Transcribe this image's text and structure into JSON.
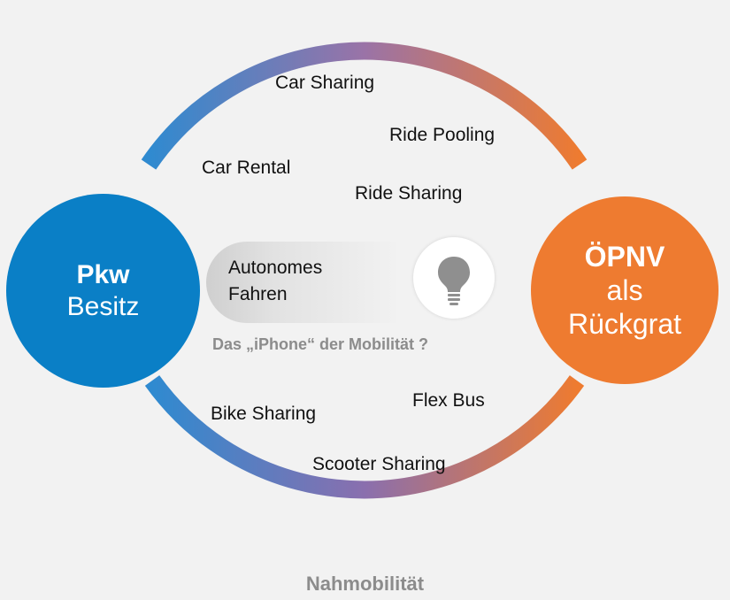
{
  "colors": {
    "background": "#f2f2f2",
    "blue": "#0a7fc6",
    "orange": "#ee7b30",
    "purple": "#8a6fae",
    "gray_text": "#8c8c8c"
  },
  "left_node": {
    "title": "Pkw",
    "subtitle": "Besitz"
  },
  "right_node": {
    "title": "ÖPNV",
    "line2": "als",
    "line3": "Rückgrat"
  },
  "services": {
    "car_sharing": "Car Sharing",
    "ride_pooling": "Ride Pooling",
    "car_rental": "Car Rental",
    "ride_sharing": "Ride Sharing",
    "bike_sharing": "Bike Sharing",
    "flex_bus": "Flex Bus",
    "scooter_sharing": "Scooter Sharing"
  },
  "autonomous": {
    "line1": "Autonomes",
    "line2": "Fahren"
  },
  "question": "Das „iPhone“ der Mobilität ?",
  "bulb_icon": "lightbulb-icon",
  "footer": "Nahmobilität"
}
